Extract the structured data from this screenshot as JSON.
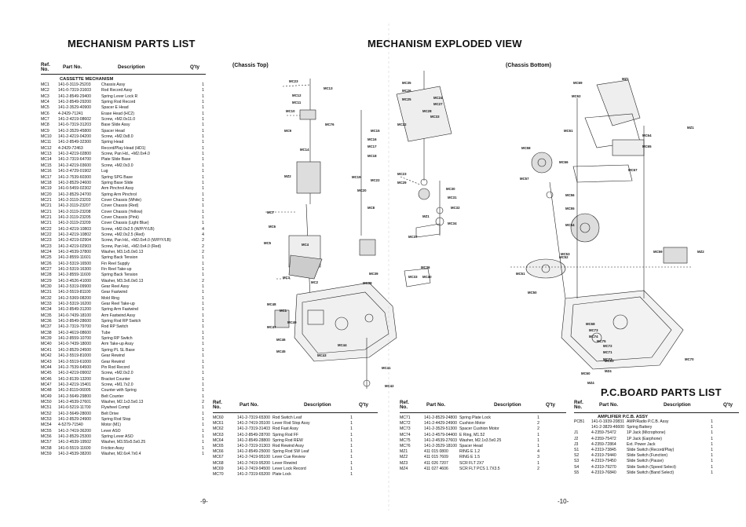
{
  "left_page": {
    "title": "MECHANISM PARTS LIST",
    "header": {
      "ref": "Ref.\nNo.",
      "part": "Part No.",
      "desc": "Description",
      "qty": "Q'ty"
    },
    "section": "CASSETTE MECHANISM",
    "rows": [
      [
        "MC1",
        "141-0-3119-25203",
        "Chassis Assy",
        "1"
      ],
      [
        "MC2",
        "141-0-7319-31603",
        "Rod Record Assy",
        "1"
      ],
      [
        "MC3",
        "141-2-8549-29400",
        "Spring Lever Lock R",
        "1"
      ],
      [
        "MC4",
        "141-2-8549-29200",
        "Spring Rod Record",
        "1"
      ],
      [
        "MC5",
        "141-2-3529-40900",
        "Spacer E Head",
        "1"
      ],
      [
        "MC6",
        "4-2429-71241",
        "Erase Head (HC2)",
        "1"
      ],
      [
        "MC7",
        "141-2-4219-08602",
        "Screw, +M2.0x11.0",
        "1"
      ],
      [
        "MC8",
        "141-0-7319-31203",
        "Base Slide Assy",
        "1"
      ],
      [
        "MC9",
        "141-2-3529-45800",
        "Spacer Head",
        "1"
      ],
      [
        "MC10",
        "141-2-4219-04200",
        "Screw, +M2.0x8.0",
        "1"
      ],
      [
        "MC11",
        "141-2-8549-32300",
        "Spring Head",
        "1"
      ],
      [
        "MC12",
        "4-2429-72463",
        "Record/Play Head (HD1)",
        "1"
      ],
      [
        "MC13",
        "141-2-4219-02800",
        "Screw, Pan Hd., +M2.0x4.0",
        "1"
      ],
      [
        "MC14",
        "141-2-7319-64700",
        "Plate Slide Base",
        "1"
      ],
      [
        "MC15",
        "141-2-4219-03600",
        "Screw, +M2.0x3.0",
        "1"
      ],
      [
        "MC16",
        "141-2-4729-01902",
        "Lug",
        "1"
      ],
      [
        "MC17",
        "141-2-7539-60300",
        "Spring SPG Base",
        "1"
      ],
      [
        "MC18",
        "141-2-8529-24600",
        "Spring Base Slide",
        "1"
      ],
      [
        "MC19",
        "141-0-5459-02302",
        "Arm Pinchrol Assy",
        "1"
      ],
      [
        "MC20",
        "141-2-8529-24700",
        "Spring Arm Pinchrol",
        "1"
      ],
      [
        "MC21",
        "141-2-3119-23203",
        "Cover Chassis (White)",
        "1"
      ],
      [
        "MC21",
        "141-2-3119-23207",
        "Cover Chassis (Red)",
        "1"
      ],
      [
        "MC21",
        "141-2-3119-23208",
        "Cover Chassis (Yellow)",
        "1"
      ],
      [
        "MC21",
        "141-2-3119-23205",
        "Cover Chassis (Pink)",
        "1"
      ],
      [
        "MC21",
        "141-2-3119-23209",
        "Cover Chassis (Light Blue)",
        "1"
      ],
      [
        "MC22",
        "141-2-4219-10803",
        "Screw, +M2.0x2.5 (W/P/Y/LB)",
        "4"
      ],
      [
        "MC22",
        "141-2-4219-10802",
        "Screw, +M2.0x2.5 (Red)",
        "4"
      ],
      [
        "MC23",
        "141-2-4219-02904",
        "Screw, Pan Hd., +M2.0x4.0 (W/P/Y/LB)",
        "2"
      ],
      [
        "MC23",
        "141-2-4219-02903",
        "Screw, Pan Hd., +M2.0x4.0 (Red)",
        "2"
      ],
      [
        "MC24",
        "141-2-4539-37800",
        "Washer, M3.1x5.0x0.13",
        "2"
      ],
      [
        "MC25",
        "141-2-8559-11601",
        "Spring Back Tension",
        "1"
      ],
      [
        "MC26",
        "141-2-5319-16500",
        "Fin Reel Supply",
        "1"
      ],
      [
        "MC27",
        "141-2-5319-16300",
        "Fin Reel Take-up",
        "1"
      ],
      [
        "MC28",
        "141-2-8559-11600",
        "Spring Back Tension",
        "1"
      ],
      [
        "MC29",
        "141-2-4526-41000",
        "Washer, M3.3x6.0x0.13",
        "2"
      ],
      [
        "MC30",
        "141-2-5319-09900",
        "Gear Reel Assy",
        "1"
      ],
      [
        "MC31",
        "141-2-5519-81100",
        "Gear Fastwind",
        "1"
      ],
      [
        "MC32",
        "141-2-5369-08200",
        "Mold Ring",
        "1"
      ],
      [
        "MC33",
        "141-2-5319-16200",
        "Gear Reel Take-up",
        "1"
      ],
      [
        "MC34",
        "141-2-8549-31200",
        "Spring Arm Fastwind",
        "1"
      ],
      [
        "MC35",
        "141-0-7439-18100",
        "Arm Fastwind Assy",
        "1"
      ],
      [
        "MC36",
        "141-2-8549-28600",
        "Spring Rod RP Switch",
        "1"
      ],
      [
        "MC37",
        "141-2-7319-79700",
        "Rod RP Switch",
        "1"
      ],
      [
        "MC38",
        "141-2-4619-08600",
        "Tube",
        "1"
      ],
      [
        "MC39",
        "141-2-8559-10700",
        "Spring RP Switch",
        "1"
      ],
      [
        "MC40",
        "141-0-7439-18000",
        "Arm Take-up Assy",
        "1"
      ],
      [
        "MC41",
        "141-2-8529-24500",
        "Spring PL SL Base",
        "1"
      ],
      [
        "MC42",
        "141-2-5519-81000",
        "Gear Rewind",
        "1"
      ],
      [
        "MC43",
        "141-2-5519-61000",
        "Gear Rewind",
        "1"
      ],
      [
        "MC44",
        "141-2-7539-64500",
        "Pin Rod Record",
        "1"
      ],
      [
        "MC45",
        "141-2-4219-09002",
        "Screw, +M2.0x2.0",
        "1"
      ],
      [
        "MC46",
        "141-2-8139-13200",
        "Bracket Counter",
        "1"
      ],
      [
        "MC47",
        "141-2-4219-15401",
        "Screw, +M1.7x2.0",
        "1"
      ],
      [
        "MC48",
        "141-2-8119-06005",
        "Counter with Spring",
        "1"
      ],
      [
        "MC49",
        "141-2-5649-29800",
        "Belt Counter",
        "1"
      ],
      [
        "MC50",
        "141-2-4539-27601",
        "Washer, M2.1x3.5x0.13",
        "2"
      ],
      [
        "MC51",
        "141-0-5219-11700",
        "Flywheel Compl",
        "1"
      ],
      [
        "MC52",
        "141-2-5649-28000",
        "Belt Drive",
        "1"
      ],
      [
        "MC53",
        "141-2-8529-24900",
        "Spring Rod Stop",
        "1"
      ],
      [
        "MC54",
        "4-5279-71540",
        "Motor (M1)",
        "1"
      ],
      [
        "MC55",
        "141-2-7419-36200",
        "Lever ASO",
        "1"
      ],
      [
        "MC56",
        "141-2-8529-25300",
        "Spring Lever ASO",
        "1"
      ],
      [
        "MC57",
        "141-2-4539-19502",
        "Washer, M3.55x5.5x0.25",
        "1"
      ],
      [
        "MC58",
        "141-0-5519-11600",
        "Friction Assy",
        "1"
      ],
      [
        "MC59",
        "141-2-4539-38200",
        "Washer, M2.6x4.7x0.4",
        "1"
      ]
    ],
    "page_number": "-9-"
  },
  "right_page": {
    "title": "MECHANISM EXPLODED VIEW",
    "chassis_top": "(Chassis Top)",
    "chassis_bottom": "(Chassis Bottom)",
    "pcb_title": "P.C.BOARD PARTS LIST",
    "page_number": "-10-"
  },
  "lower_tables": {
    "header": {
      "ref": "Ref.\nNo.",
      "part": "Part No.",
      "desc": "Description",
      "qty": "Q'ty"
    },
    "t1": [
      [
        "MC60",
        "141-2-7319-65300",
        "Rod Switch Leaf",
        "1"
      ],
      [
        "MC61",
        "141-2-7419-35100",
        "Lever Rod Stop Assy",
        "1"
      ],
      [
        "MC62",
        "141-2-7319-31403",
        "Rod Fast Assy",
        "1"
      ],
      [
        "MC63",
        "141-2-8549-28700",
        "Spring Rod FF",
        "1"
      ],
      [
        "MC64",
        "141-2-8549-28800",
        "Spring Rod REW",
        "1"
      ],
      [
        "MC65",
        "141-2-7319-31303",
        "Rod Rewind Assy",
        "1"
      ],
      [
        "MC66",
        "141-2-8549-25000",
        "Spring Rod SW Leaf",
        "1"
      ],
      [
        "MC67",
        "141-2-7419-95100",
        "Lever Cue Review",
        "1"
      ],
      [
        "MC68",
        "141-2-7419-95200",
        "Lever Rewind",
        "1"
      ],
      [
        "MC69",
        "141-2-7419-94500",
        "Lever Lock Record",
        "1"
      ],
      [
        "MC70",
        "141-2-7319-65200",
        "Plate Lock",
        "1"
      ]
    ],
    "t2": [
      [
        "MC71",
        "141-2-8529-24800",
        "Spring Plate Lock",
        "1"
      ],
      [
        "MC72",
        "141-2-4429-24900",
        "Cushion Motor",
        "2"
      ],
      [
        "MC73",
        "141-2-3529-51300",
        "Spacer Cushion Motor",
        "2"
      ],
      [
        "MC74",
        "141-2-4579-04400",
        "E Ring, M1.52",
        "1"
      ],
      [
        "MC75",
        "141-2-4539-27603",
        "Washer, M2.1x3.5x0.25",
        "1"
      ],
      [
        "MC76",
        "141-2-3529-18100",
        "Spacer Head",
        "1"
      ],
      [
        "",
        "",
        "",
        ""
      ],
      [
        "MZ1",
        "411 015 0800",
        "RING E 1.2",
        "4"
      ],
      [
        "MZ2",
        "411 015 7609",
        "RING E 1.5",
        "3"
      ],
      [
        "MZ3",
        "411 026 7207",
        "SCR FLT 2X7",
        "1"
      ],
      [
        "MZ4",
        "411 027 4606",
        "SCR FLT PCS 1.7X3.5",
        "2"
      ]
    ],
    "t3_section": "AMPLIFIER P.C.B. ASSY",
    "t3": [
      [
        "PCB1",
        "141-0-1939-20831",
        "AMP/Radio P.C.B. Assy",
        "1"
      ],
      [
        "",
        "141-2-3829-46600",
        "Spring Battery",
        "1"
      ],
      [
        "J1",
        "4-2359-75472",
        "1P Jack (Microphone)",
        "1"
      ],
      [
        "J2",
        "4-2359-75472",
        "1P Jack (Earphone)",
        "1"
      ],
      [
        "J3",
        "4-2359-72864",
        "Ext. Power Jack",
        "1"
      ],
      [
        "S1",
        "4-2319-73845",
        "Slide Switch (Record/Play)",
        "1"
      ],
      [
        "S2",
        "4-2319-79440",
        "Slide Switch (Function)",
        "1"
      ],
      [
        "S3",
        "4-2319-79450",
        "Slide Switch (Pause)",
        "1"
      ],
      [
        "S4",
        "4-2319-79270",
        "Slide Switch (Speed Select)",
        "1"
      ],
      [
        "S5",
        "4-2319-76840",
        "Slide Switch (Band Select)",
        "1"
      ]
    ]
  },
  "callouts_top": [
    "MC23",
    "MC13",
    "MC12",
    "MC11",
    "MC10",
    "MC76",
    "MC9",
    "MC15",
    "MC16",
    "MC17",
    "MC14",
    "MC18",
    "MZ2",
    "MC22",
    "MC19",
    "MC20",
    "MC8",
    "MC7",
    "MC6",
    "MC5",
    "MC4",
    "MC3",
    "MC2",
    "MC1",
    "MC48",
    "MC49",
    "MC47",
    "MC46",
    "MC45",
    "MC44",
    "MC43",
    "MC41",
    "MC42",
    "MC39",
    "MC38",
    "MC40",
    "MC36",
    "MC37",
    "MC35",
    "MC26",
    "MC25",
    "MC24",
    "MC27",
    "MC28",
    "MC33",
    "MC22",
    "MC23",
    "MC29",
    "MC30",
    "MC31",
    "MC32",
    "MZ1",
    "MC34",
    "MC33"
  ],
  "callouts_bottom": [
    "MC69",
    "MZ1",
    "MC62",
    "MC61",
    "MZ1",
    "MC64",
    "MC65",
    "MC58",
    "MC66",
    "MC57",
    "MC67",
    "MC56",
    "MC55",
    "MC54",
    "MC52",
    "MC53",
    "MC51",
    "MC50",
    "MC59",
    "MZ2",
    "MC68",
    "MC73",
    "MC74",
    "MC75",
    "MC72",
    "MC71",
    "MC73",
    "MZ4",
    "MC70",
    "MZ4",
    "MC63",
    "MC60"
  ]
}
